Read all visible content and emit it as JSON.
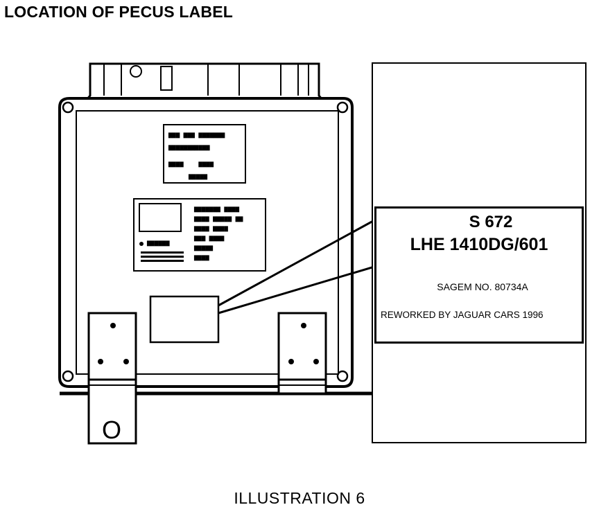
{
  "title": "LOCATION OF PECUS LABEL",
  "caption": "ILLUSTRATION 6",
  "magnified_label": {
    "code": "S 672",
    "part_number": "LHE 1410DG/601",
    "sagem_number": "SAGEM NO. 80734A",
    "rework_note": "REWORKED BY JAGUAR CARS 1996"
  },
  "bracket_marking": "O",
  "colors": {
    "ink": "#000000",
    "background": "#ffffff"
  }
}
